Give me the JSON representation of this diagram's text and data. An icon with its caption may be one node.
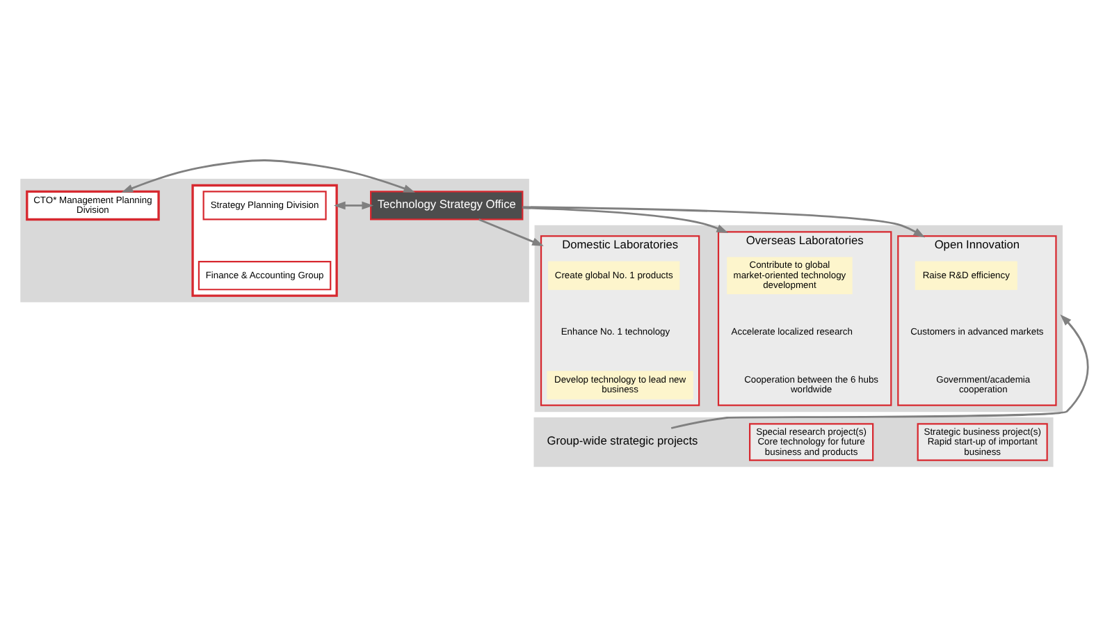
{
  "diagram": {
    "nodes": [
      {
        "text": [],
        "shape": "box"
      },
      {
        "text": [
          "CTO* Management Planning Division"
        ],
        "in": 0
      },
      {
        "text": [
          "Technology Strategy Office"
        ],
        "in": 0
      },
      {
        "text": [],
        "shape": "box",
        "in": 0
      },
      {
        "text": [
          "Strategy Planning Division"
        ],
        "in": 3
      },
      {
        "text": [
          "Finance & Accounting Group"
        ],
        "in": 3
      },
      {
        "text": [],
        "shape": "box"
      },
      {
        "text": [
          "Domestic Laboratories"
        ],
        "in": 6
      },
      {
        "text": [
          "Create global No. 1 products"
        ],
        "in": 7
      },
      {
        "text": [
          "Enhance No. 1 technology"
        ],
        "in": 7
      },
      {
        "text": [
          "Develop technology to lead new business"
        ],
        "in": 7
      },
      {
        "text": [
          "Overseas Laboratories"
        ],
        "in": 6
      },
      {
        "text": [
          "Contribute to global market-oriented technology development"
        ],
        "in": 11
      },
      {
        "text": [
          "Accelerate localized research"
        ],
        "in": 11
      },
      {
        "text": [
          "Cooperation between the 6 hubs worldwide"
        ],
        "in": 11
      },
      {
        "text": [
          "Open Innovation"
        ],
        "in": 6
      },
      {
        "text": [
          "Raise R&D efficiency"
        ],
        "in": 15
      },
      {
        "text": [
          "Customers in advanced markets"
        ],
        "in": 15
      },
      {
        "text": [
          "Government/academia cooperation"
        ],
        "in": 15
      },
      {
        "text": [],
        "shape": "box"
      },
      {
        "text": [
          "Group-wide strategic projects"
        ],
        "in": 19
      },
      {
        "text": [
          "Special research project(s)",
          "Core technology for future business and products"
        ],
        "in": 19
      },
      {
        "text": [
          "Strategic business project(s)",
          "Rapid start-up of important business"
        ],
        "in": 19
      }
    ],
    "edges": [
      {
        "from": 1,
        "to": 2,
        "arrow": "both"
      },
      {
        "from": 2,
        "to": 3,
        "arrow": "both"
      },
      {
        "from": 2,
        "to": 7,
        "arrow": "to"
      },
      {
        "from": 2,
        "to": 11,
        "arrow": "to"
      },
      {
        "from": 2,
        "to": 15,
        "arrow": "to"
      },
      {
        "from": 20,
        "to": 6,
        "arrow": "to"
      }
    ]
  }
}
